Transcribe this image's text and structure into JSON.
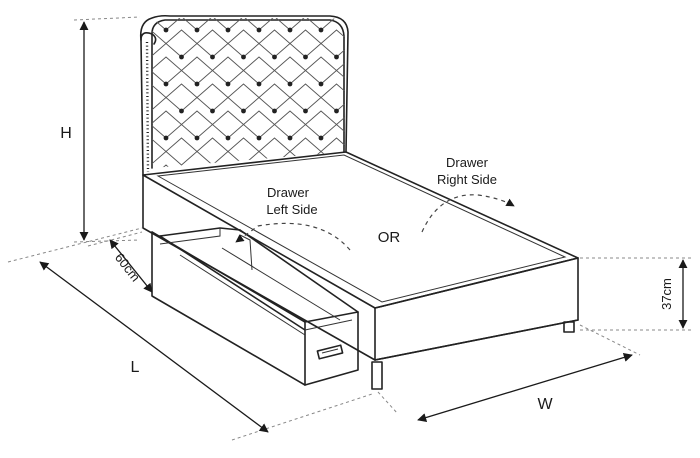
{
  "dimensions": {
    "height_label": "H",
    "length_label": "L",
    "width_label": "W",
    "drawer_depth_label": "60cm",
    "base_height_label": "37cm"
  },
  "drawer_options": {
    "left_line1": "Drawer",
    "left_line2": "Left Side",
    "right_line1": "Drawer",
    "right_line2": "Right Side",
    "or_label": "OR"
  }
}
